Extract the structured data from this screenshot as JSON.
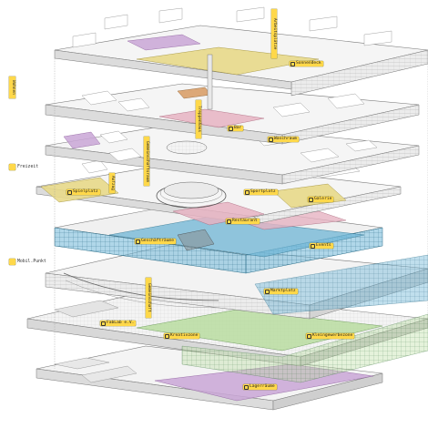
{
  "colors": {
    "yellow_zone": "#e8d98a",
    "pink_zone": "#e6b3c2",
    "purple_zone": "#c9a6d6",
    "blue_zone": "#6fb6d6",
    "green_zone": "#b9dca0",
    "tag": "#ffd84a",
    "structure": "#f2f2f2",
    "line": "#777777"
  },
  "side_labels": {
    "wohnen": "Wohnen",
    "freizeit": "Freizeit",
    "mobil_punkt": "Mobil.Punkt"
  },
  "tags": {
    "sonnendeck": "Sonnendeck",
    "bar": "Bar",
    "waschraum": "Waschraum",
    "spielplatz": "Spielplatz",
    "sportplatz": "Sportplatz",
    "galerie": "Galerie",
    "restaurant": "Restaurant",
    "geschaeftsraeume": "Geschäfträume",
    "events": "Events",
    "marktplatz": "Marktplatz",
    "fablab": "FabLab e.V.",
    "kreativzone": "Kreativzone",
    "kleingewerbezone": "Kleingewerbezone",
    "lagerraeume": "Lagerräume"
  },
  "vertical_tags": {
    "arbeitsplaetze": "Arbeitsplätze",
    "gemeinschaftsraum": "Gemeinschaftsraum",
    "gemeinschaft": "Gemeinschaft",
    "treppenhaus": "Treppenhaus",
    "aufzug": "Aufzug"
  }
}
